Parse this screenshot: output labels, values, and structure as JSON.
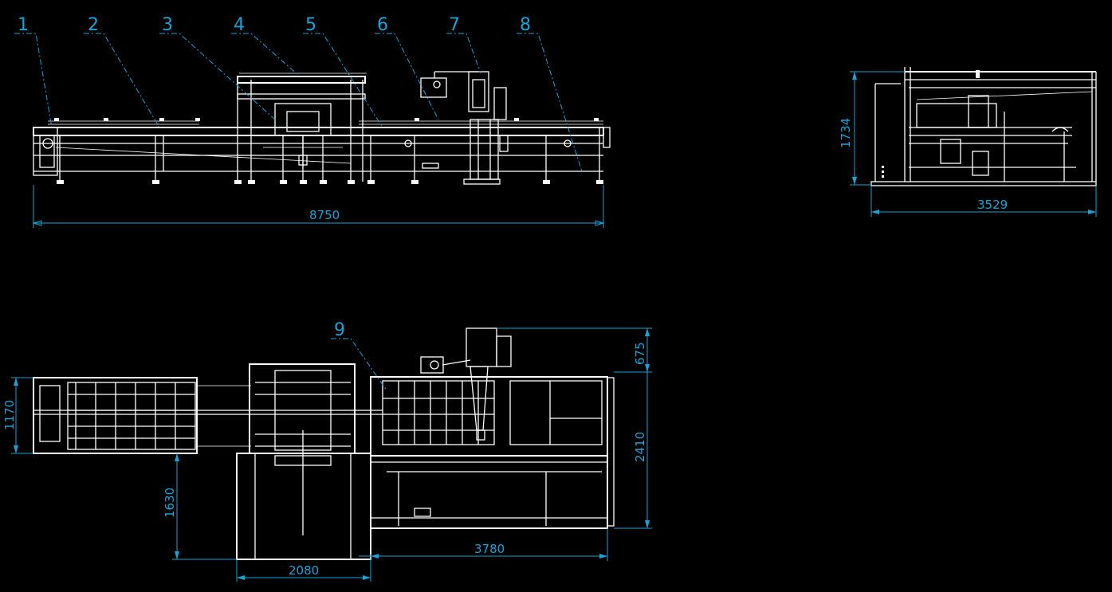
{
  "part_labels": [
    "1",
    "2",
    "3",
    "4",
    "5",
    "6",
    "7",
    "8",
    "9"
  ],
  "dimensions": {
    "front_length": "8750",
    "side_width": "3529",
    "side_height": "1734",
    "plan_top": "675",
    "plan_right_height": "2410",
    "plan_left_width": "1170",
    "plan_lower_height": "1630",
    "plan_bottom_left": "2080",
    "plan_bottom_right": "3780"
  },
  "colors": {
    "background": "#000000",
    "lines": "#ffffff",
    "annotation": "#1aa3d6"
  }
}
